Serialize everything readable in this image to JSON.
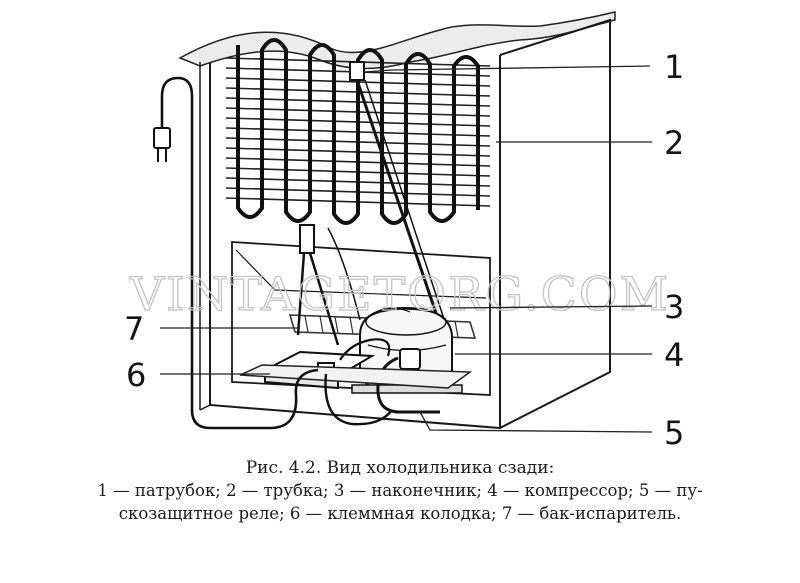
{
  "figure": {
    "callouts": [
      "1",
      "2",
      "3",
      "4",
      "5",
      "6",
      "7"
    ],
    "watermark": "VINTAGETORG.COM",
    "caption_title": "Рис. 4.2. Вид холодильника сзади:",
    "caption_line1": "1 — патрубок; 2 — трубка; 3 — наконечник; 4 — компрессор; 5 — пу-",
    "caption_line2": "скозащитное реле; 6 — клеммная колодка; 7 — бак-испаритель."
  }
}
